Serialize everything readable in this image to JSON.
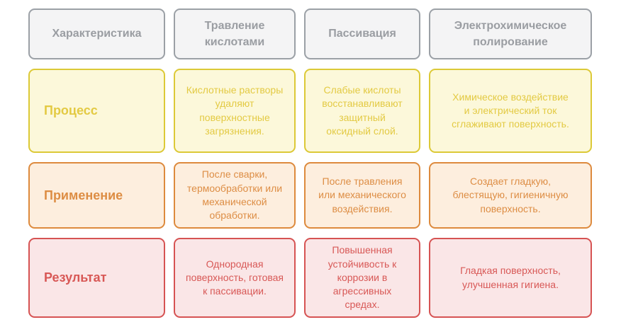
{
  "palette": {
    "page_background": "#ffffff",
    "header": {
      "background": "#f4f4f5",
      "border": "#9ba0a6",
      "text": "#9a9da2"
    },
    "process_row": {
      "background": "#fcf8da",
      "border": "#dcc937",
      "text": "#e3ca43"
    },
    "application_row": {
      "background": "#fdeede",
      "border": "#dd8a3d",
      "text": "#dd8d44"
    },
    "result_row": {
      "background": "#fae6e7",
      "border": "#d65353",
      "text": "#d85856"
    }
  },
  "table": {
    "header": [
      "Характеристика",
      "Травление кислотами",
      "Пассивация",
      "Электрохимическое полирование"
    ],
    "rows": [
      {
        "label": "Процесс",
        "theme": "yellow",
        "cells": [
          "Кислотные растворы удаляют поверхностные загрязнения.",
          "Слабые кислоты восстанавливают защитный оксидный слой.",
          "Химическое воздействие и электрический ток сглаживают поверхность."
        ]
      },
      {
        "label": "Применение",
        "theme": "orange",
        "cells": [
          "После сварки, термообработки или механической обработки.",
          "После травления или механического воздействия.",
          "Создает гладкую, блестящую, гигиеничную поверхность."
        ]
      },
      {
        "label": "Результат",
        "theme": "red",
        "cells": [
          "Однородная поверхность, готовая к пассивации.",
          "Повышенная устойчивость к коррозии в агрессивных средах.",
          "Гладкая поверхность, улучшенная гигиена."
        ]
      }
    ]
  }
}
